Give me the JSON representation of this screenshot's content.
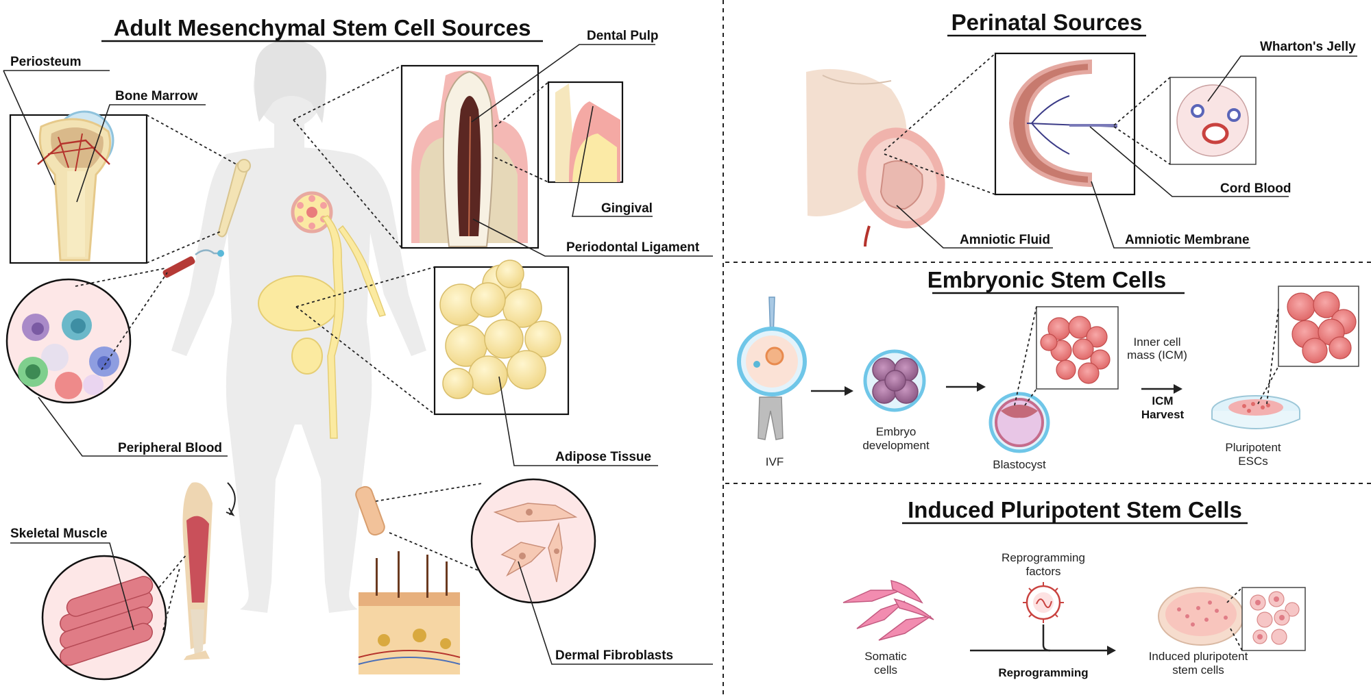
{
  "titles": {
    "adult": "Adult Mesenchymal Stem Cell Sources",
    "perinatal": "Perinatal Sources",
    "embryonic": "Embryonic Stem Cells",
    "ipsc": "Induced Pluripotent Stem Cells"
  },
  "adult_labels": {
    "periosteum": "Periosteum",
    "bone_marrow": "Bone Marrow",
    "dental_pulp": "Dental Pulp",
    "gingival": "Gingival",
    "periodontal_ligament": "Periodontal Ligament",
    "peripheral_blood": "Peripheral Blood",
    "adipose_tissue": "Adipose Tissue",
    "skeletal_muscle": "Skeletal Muscle",
    "dermal_fibroblasts": "Dermal Fibroblasts"
  },
  "perinatal_labels": {
    "whartons_jelly": "Wharton's Jelly",
    "cord_blood": "Cord Blood",
    "amniotic_fluid": "Amniotic Fluid",
    "amniotic_membrane": "Amniotic Membrane"
  },
  "embryonic_labels": {
    "ivf": "IVF",
    "embryo_line1": "Embryo",
    "embryo_line2": "development",
    "blastocyst": "Blastocyst",
    "icm_line1": "Inner cell",
    "icm_line2": "mass (ICM)",
    "harvest_line1": "ICM",
    "harvest_line2": "Harvest",
    "esc_line1": "Pluripotent",
    "esc_line2": "ESCs"
  },
  "ipsc_labels": {
    "factors_line1": "Reprogramming",
    "factors_line2": "factors",
    "somatic_line1": "Somatic",
    "somatic_line2": "cells",
    "reprogramming": "Reprogramming",
    "ipsc_line1": "Induced pluripotent",
    "ipsc_line2": "stem cells"
  },
  "colors": {
    "body_silhouette": "#ececec",
    "bone": "#f3e3b4",
    "fat": "#fbeaa0",
    "tissue_pink": "#f4c5c3",
    "cell_red": "#e46c6c",
    "muscle": "#c9505a",
    "purple_cell": "#b07fa8",
    "blue_ring": "#5ab8d8"
  }
}
